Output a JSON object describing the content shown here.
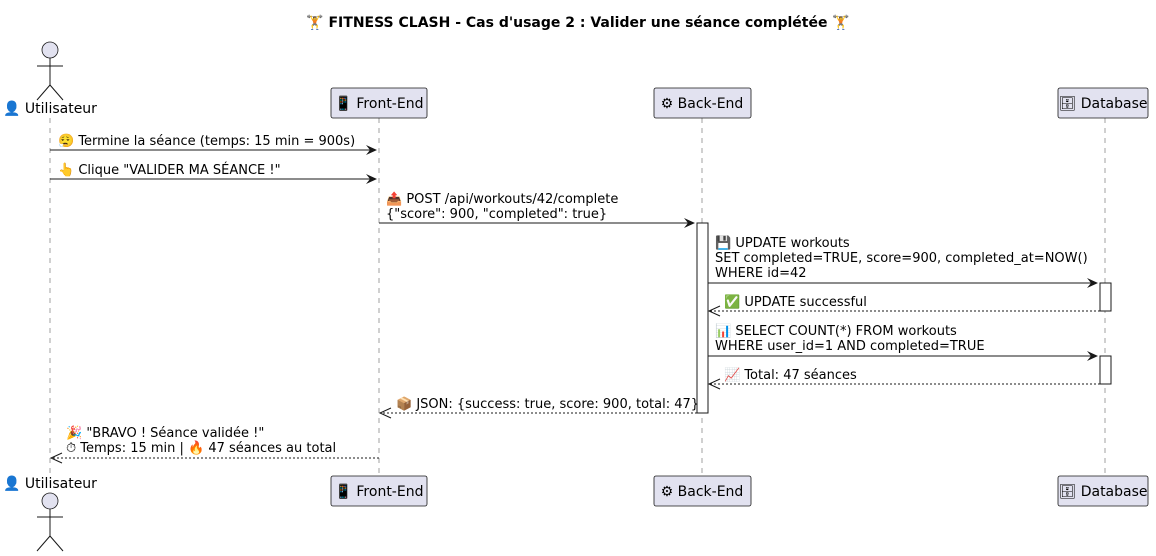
{
  "title": "🏋 FITNESS CLASH - Cas d'usage 2 : Valider une séance complétée 🏋",
  "participants": {
    "user": {
      "label": "👤 Utilisateur"
    },
    "front": {
      "label": "📱 Front-End"
    },
    "back": {
      "label": "⚙ Back-End"
    },
    "db": {
      "label": "🗄 Database"
    }
  },
  "messages": [
    {
      "lines": [
        "😮‍💨 Termine la séance (temps: 15 min = 900s)"
      ]
    },
    {
      "lines": [
        "👆 Clique \"VALIDER MA SÉANCE !\""
      ]
    },
    {
      "lines": [
        "📤 POST /api/workouts/42/complete",
        "{\"score\": 900, \"completed\": true}"
      ]
    },
    {
      "lines": [
        "💾 UPDATE workouts",
        "SET completed=TRUE, score=900, completed_at=NOW()",
        "WHERE id=42"
      ]
    },
    {
      "lines": [
        "✅ UPDATE successful"
      ]
    },
    {
      "lines": [
        "📊 SELECT COUNT(*) FROM workouts",
        "WHERE user_id=1 AND completed=TRUE"
      ]
    },
    {
      "lines": [
        "📈 Total: 47 séances"
      ]
    },
    {
      "lines": [
        "📦 JSON: {success: true, score: 900, total: 47}"
      ]
    },
    {
      "lines": [
        "🎉 \"BRAVO ! Séance validée !\"",
        "⏱ Temps: 15 min | 🔥 47 séances au total"
      ]
    }
  ]
}
